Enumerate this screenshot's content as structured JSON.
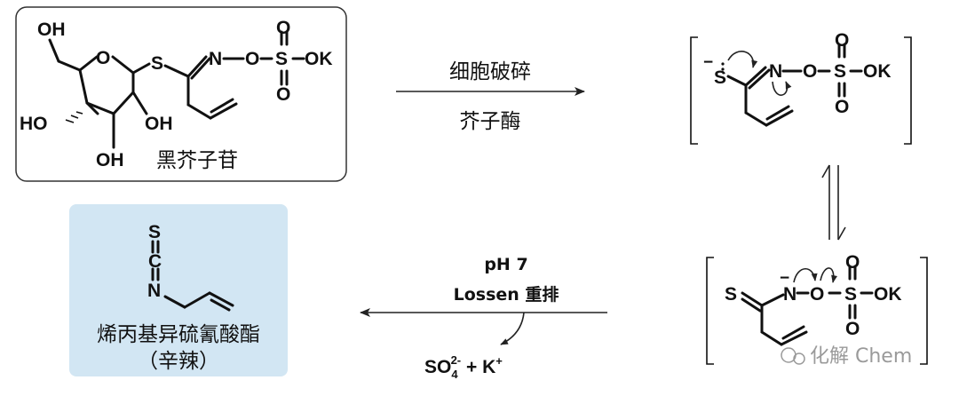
{
  "sinigrin": {
    "name": "黑芥子苷",
    "atoms": {
      "oh_top": "OH",
      "ring_o": "O",
      "s": "S",
      "n": "N",
      "o1": "O",
      "s2": "S",
      "o_top": "O",
      "o_bot": "O",
      "ok": "OK",
      "ho_left": "HO",
      "oh_right": "OH",
      "oh_bottom": "OH"
    }
  },
  "step1": {
    "above": "细胞破碎",
    "below": "芥子酶"
  },
  "intermediate1": {
    "charge": "−",
    "atoms": {
      "s": "S",
      "n": "N",
      "o1": "O",
      "s2": "S",
      "o_top": "O",
      "o_bot": "O",
      "ok": "OK"
    }
  },
  "intermediate2": {
    "charge": "−",
    "atoms": {
      "s": "S",
      "n": "N",
      "o1": "O",
      "s2": "S",
      "o_top": "O",
      "o_bot": "O",
      "ok": "OK"
    }
  },
  "step2": {
    "line1": "pH 7",
    "line2": "Lossen 重排"
  },
  "byproduct": {
    "so": "SO",
    "sub": "4",
    "sup": "2-",
    "plus": " + K",
    "k_sup": "+"
  },
  "product": {
    "name": "烯丙基异硫氰酸酯",
    "common_name": "（辛辣）",
    "atoms": {
      "s": "S",
      "c": "C",
      "n": "N"
    },
    "box_color": "#d2e6f3"
  },
  "watermark": "化解 Chem"
}
